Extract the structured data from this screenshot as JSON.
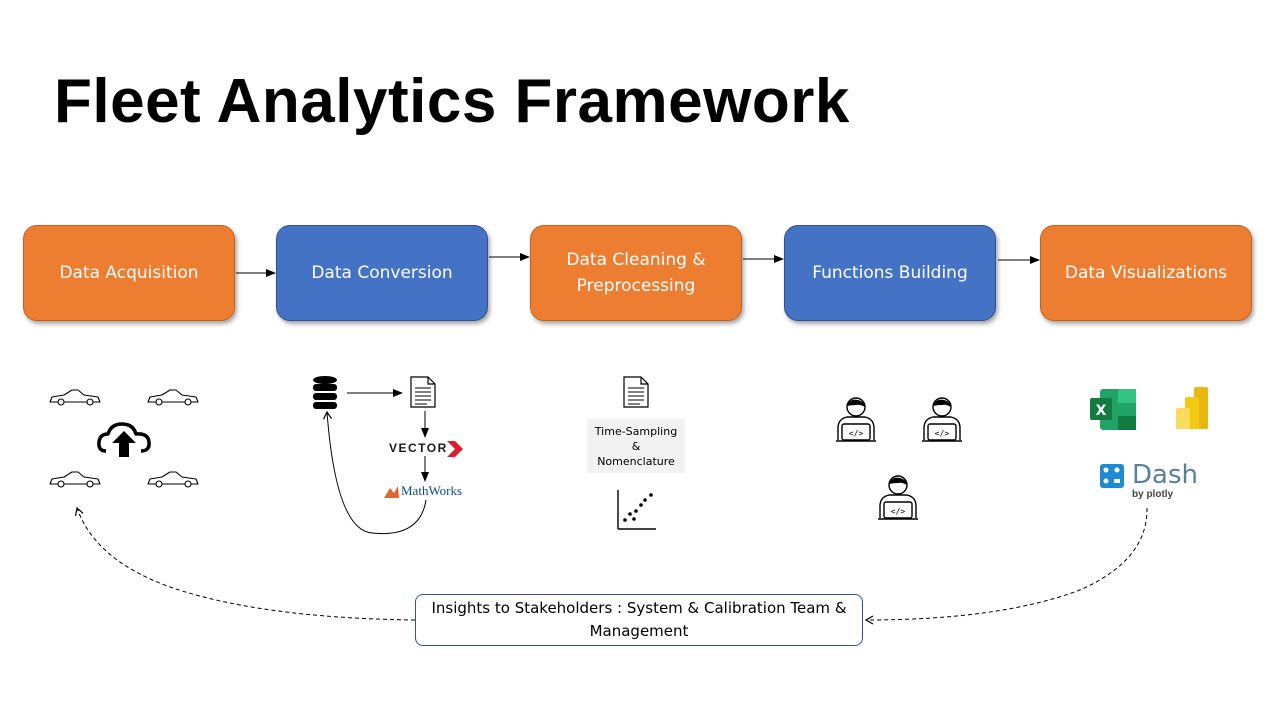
{
  "title": "Fleet Analytics Framework",
  "stages": [
    {
      "label": "Data Acquisition",
      "color": "#ED7D31"
    },
    {
      "label": "Data Conversion",
      "color": "#4472C4"
    },
    {
      "label": "Data Cleaning & Preprocessing",
      "color": "#ED7D31"
    },
    {
      "label": "Functions Building",
      "color": "#4472C4"
    },
    {
      "label": "Data Visualizations",
      "color": "#ED7D31"
    }
  ],
  "acquisition_icons": [
    "car-icon",
    "car-icon",
    "car-icon",
    "car-icon",
    "cloud-upload-icon"
  ],
  "conversion": {
    "vector_logo": "VECTOR",
    "mathworks_logo": "MathWorks",
    "icons": [
      "database-icon",
      "document-icon"
    ]
  },
  "cleaning": {
    "step_line1": "Time-Sampling",
    "step_line2": "&",
    "step_line3": "Nomenclature",
    "icons": [
      "document-icon",
      "scatter-plot-icon"
    ]
  },
  "functions_icons": [
    "developer-icon",
    "developer-icon",
    "developer-icon"
  ],
  "visualization": {
    "icons": [
      "excel-icon",
      "power-bi-icon",
      "dash-logo-icon"
    ],
    "dash_label": "Dash",
    "dash_sub": "by plotly"
  },
  "insights": "Insights to Stakeholders : System & Calibration Team & Management"
}
